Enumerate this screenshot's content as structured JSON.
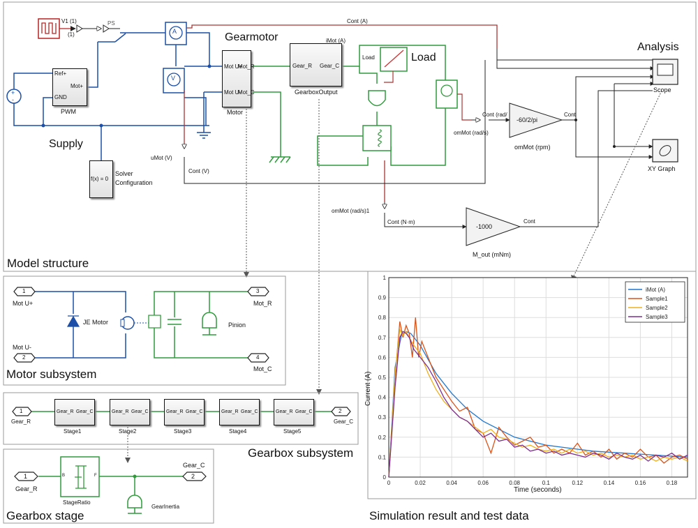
{
  "sections": {
    "model_structure": "Model structure",
    "motor_subsystem": "Motor subsystem",
    "gearbox_subsystem": "Gearbox subsystem",
    "gearbox_stage": "Gearbox stage",
    "simulation_result": "Simulation result and test data"
  },
  "model": {
    "gearmotor_label": "Gearmotor",
    "analysis_label": "Analysis",
    "supply_label": "Supply",
    "load_big_label": "Load",
    "v1_label": "V1 (1)",
    "v1_sub": "(1)",
    "ps_label": "PS",
    "pwm": {
      "title": "PWM",
      "ref": "Ref+",
      "gnd": "GND",
      "mot": "Mot+"
    },
    "motor": {
      "title": "Motor",
      "u_plus": "Mot U+",
      "u_minus": "Mot U-",
      "r": "Mot_R",
      "c": "Mot_C"
    },
    "gearbox_output": {
      "title": "GearboxOutput",
      "r": "Gear_R",
      "c": "Gear_C"
    },
    "ammeter": "A",
    "voltmeter": "V",
    "solver": {
      "expr": "f(x) = 0",
      "line1": "Solver",
      "line2": "Configuration"
    },
    "load_inner": "Load",
    "scope": "Scope",
    "xy_graph": "XY Graph",
    "gain1": {
      "value": "-60/2/pi",
      "name": "omMot (rpm)"
    },
    "gain2": {
      "value": "-1000",
      "name": "M_out (mNm)"
    },
    "signals": {
      "cont_a": "Cont (A)",
      "imot_a": "iMot (A)",
      "umot_v": "uMot (V)",
      "cont_v": "Cont (V)",
      "cont_rad": "Cont (rad/",
      "ommot_rads": "omMot (rad/s)",
      "ommot_rads1": "omMot (rad/s)1",
      "cont_nm": "Cont (N·m)",
      "cont1": "Cont",
      "cont2": "Cont"
    }
  },
  "motor_sub": {
    "port1": "1",
    "port2": "2",
    "port3": "3",
    "port4": "4",
    "mot_u_plus": "Mot U+",
    "mot_u_minus": "Mot U-",
    "mot_r": "Mot_R",
    "mot_c": "Mot_C",
    "je_motor": "JE Motor",
    "pinion": "Pinion"
  },
  "gearbox_sub": {
    "port_in": "1",
    "port_out": "2",
    "gear_r": "Gear_R",
    "gear_c": "Gear_C",
    "stages": [
      "Stage1",
      "Stage2",
      "Stage3",
      "Stage4",
      "Stage5"
    ],
    "stage_r": "Gear_R",
    "stage_c": "Gear_C"
  },
  "gear_stage": {
    "port_in": "1",
    "port_out": "2",
    "gear_r": "Gear_R",
    "gear_c": "Gear_C",
    "ratio": "StageRatio",
    "inertia": "GearInertia",
    "b": "B",
    "f": "F"
  },
  "chart_data": {
    "type": "line",
    "title": "",
    "xlabel": "Time (seconds)",
    "ylabel": "Current (A)",
    "xlim": [
      0,
      0.19
    ],
    "ylim": [
      0,
      1
    ],
    "xticks": [
      "0",
      "0.02",
      "0.04",
      "0.06",
      "0.08",
      "0.1",
      "0.12",
      "0.14",
      "0.16",
      "0.18"
    ],
    "yticks": [
      "0",
      "0.1",
      "0.2",
      "0.3",
      "0.4",
      "0.5",
      "0.6",
      "0.7",
      "0.8",
      "0.9",
      "1"
    ],
    "grid": true,
    "legend_position": "top-right",
    "series": [
      {
        "name": "iMot (A)",
        "color": "#1f77d0",
        "x": [
          0,
          0.004,
          0.008,
          0.011,
          0.014,
          0.02,
          0.03,
          0.04,
          0.05,
          0.06,
          0.07,
          0.08,
          0.09,
          0.1,
          0.11,
          0.12,
          0.13,
          0.14,
          0.15,
          0.16,
          0.17,
          0.18,
          0.19
        ],
        "y": [
          0,
          0.55,
          0.71,
          0.73,
          0.72,
          0.66,
          0.52,
          0.42,
          0.34,
          0.28,
          0.24,
          0.2,
          0.18,
          0.16,
          0.15,
          0.14,
          0.13,
          0.125,
          0.12,
          0.115,
          0.11,
          0.105,
          0.1
        ]
      },
      {
        "name": "Sample1",
        "color": "#d95319",
        "x": [
          0,
          0.004,
          0.007,
          0.009,
          0.011,
          0.013,
          0.015,
          0.017,
          0.019,
          0.021,
          0.025,
          0.03,
          0.035,
          0.04,
          0.045,
          0.05,
          0.055,
          0.06,
          0.065,
          0.07,
          0.075,
          0.08,
          0.085,
          0.09,
          0.095,
          0.1,
          0.105,
          0.11,
          0.115,
          0.12,
          0.125,
          0.13,
          0.135,
          0.14,
          0.145,
          0.15,
          0.155,
          0.16,
          0.165,
          0.17,
          0.175,
          0.18,
          0.185,
          0.19
        ],
        "y": [
          0,
          0.5,
          0.78,
          0.7,
          0.76,
          0.72,
          0.6,
          0.8,
          0.6,
          0.68,
          0.6,
          0.5,
          0.44,
          0.38,
          0.33,
          0.35,
          0.24,
          0.22,
          0.12,
          0.25,
          0.2,
          0.16,
          0.18,
          0.2,
          0.15,
          0.16,
          0.12,
          0.14,
          0.12,
          0.17,
          0.11,
          0.13,
          0.1,
          0.14,
          0.09,
          0.12,
          0.1,
          0.14,
          0.1,
          0.11,
          0.07,
          0.1,
          0.11,
          0.09
        ]
      },
      {
        "name": "Sample2",
        "color": "#edb120",
        "x": [
          0,
          0.004,
          0.007,
          0.009,
          0.011,
          0.013,
          0.016,
          0.02,
          0.025,
          0.03,
          0.035,
          0.04,
          0.045,
          0.05,
          0.055,
          0.06,
          0.065,
          0.07,
          0.075,
          0.08,
          0.085,
          0.09,
          0.095,
          0.1,
          0.105,
          0.11,
          0.115,
          0.12,
          0.125,
          0.13,
          0.135,
          0.14,
          0.145,
          0.15,
          0.155,
          0.16,
          0.165,
          0.17,
          0.175,
          0.18,
          0.185,
          0.19
        ],
        "y": [
          0,
          0.52,
          0.74,
          0.71,
          0.73,
          0.7,
          0.66,
          0.62,
          0.52,
          0.44,
          0.38,
          0.34,
          0.3,
          0.28,
          0.25,
          0.22,
          0.24,
          0.2,
          0.19,
          0.17,
          0.15,
          0.16,
          0.14,
          0.13,
          0.14,
          0.12,
          0.14,
          0.12,
          0.13,
          0.11,
          0.12,
          0.1,
          0.11,
          0.1,
          0.11,
          0.09,
          0.1,
          0.08,
          0.1,
          0.09,
          0.1,
          0.08
        ]
      },
      {
        "name": "Sample3",
        "color": "#7e2f8e",
        "x": [
          0,
          0.004,
          0.007,
          0.009,
          0.011,
          0.013,
          0.016,
          0.02,
          0.025,
          0.03,
          0.035,
          0.04,
          0.045,
          0.05,
          0.055,
          0.06,
          0.065,
          0.07,
          0.075,
          0.08,
          0.085,
          0.09,
          0.095,
          0.1,
          0.105,
          0.11,
          0.115,
          0.12,
          0.125,
          0.13,
          0.135,
          0.14,
          0.145,
          0.15,
          0.155,
          0.16,
          0.165,
          0.17,
          0.175,
          0.18,
          0.185,
          0.19
        ],
        "y": [
          0,
          0.45,
          0.7,
          0.73,
          0.72,
          0.7,
          0.64,
          0.6,
          0.55,
          0.48,
          0.4,
          0.34,
          0.3,
          0.28,
          0.24,
          0.2,
          0.22,
          0.18,
          0.19,
          0.15,
          0.16,
          0.13,
          0.14,
          0.12,
          0.13,
          0.11,
          0.12,
          0.11,
          0.1,
          0.12,
          0.11,
          0.09,
          0.12,
          0.1,
          0.09,
          0.11,
          0.08,
          0.11,
          0.1,
          0.12,
          0.09,
          0.11
        ]
      }
    ]
  }
}
